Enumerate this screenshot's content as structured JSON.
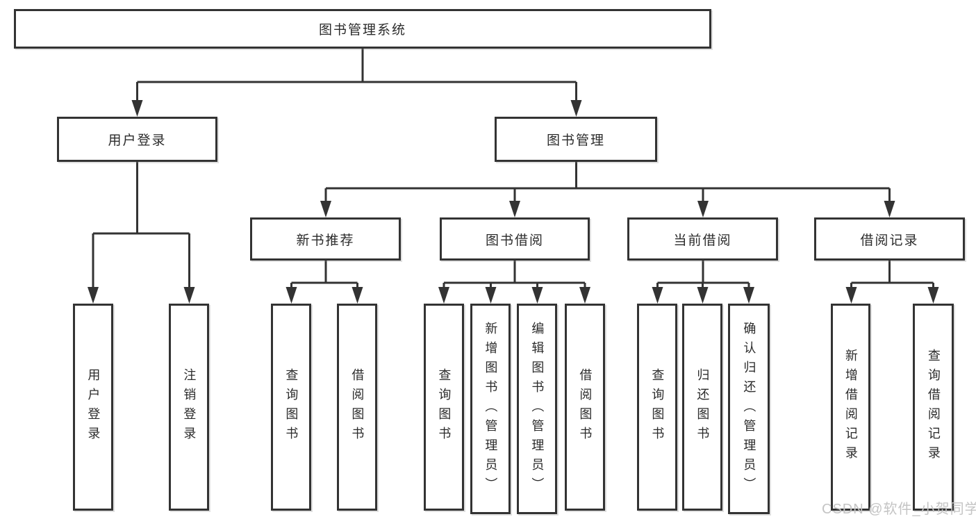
{
  "diagram": {
    "title": "图书管理系统",
    "root": "图书管理系统",
    "level2": {
      "user_login": "用户登录",
      "book_mgmt": "图书管理"
    },
    "level3": [
      "新书推荐",
      "图书借阅",
      "当前借阅",
      "借阅记录"
    ],
    "leaves_login": [
      "用户登录",
      "注销登录"
    ],
    "leaves_newbook": [
      "查询图书",
      "借阅图书"
    ],
    "leaves_borrow": [
      "查询图书",
      "新增图书（管理员）",
      "编辑图书（管理员）",
      "借阅图书"
    ],
    "leaves_current": [
      "查询图书",
      "归还图书",
      "确认归还（管理员）"
    ],
    "leaves_record": [
      "新增借阅记录",
      "查询借阅记录"
    ]
  },
  "watermark": "CSDN @软件_小贺同学",
  "colors": {
    "line": "#333333",
    "text": "#2b2b2b",
    "background": "#ffffff",
    "watermark": "#c4c4c4"
  }
}
